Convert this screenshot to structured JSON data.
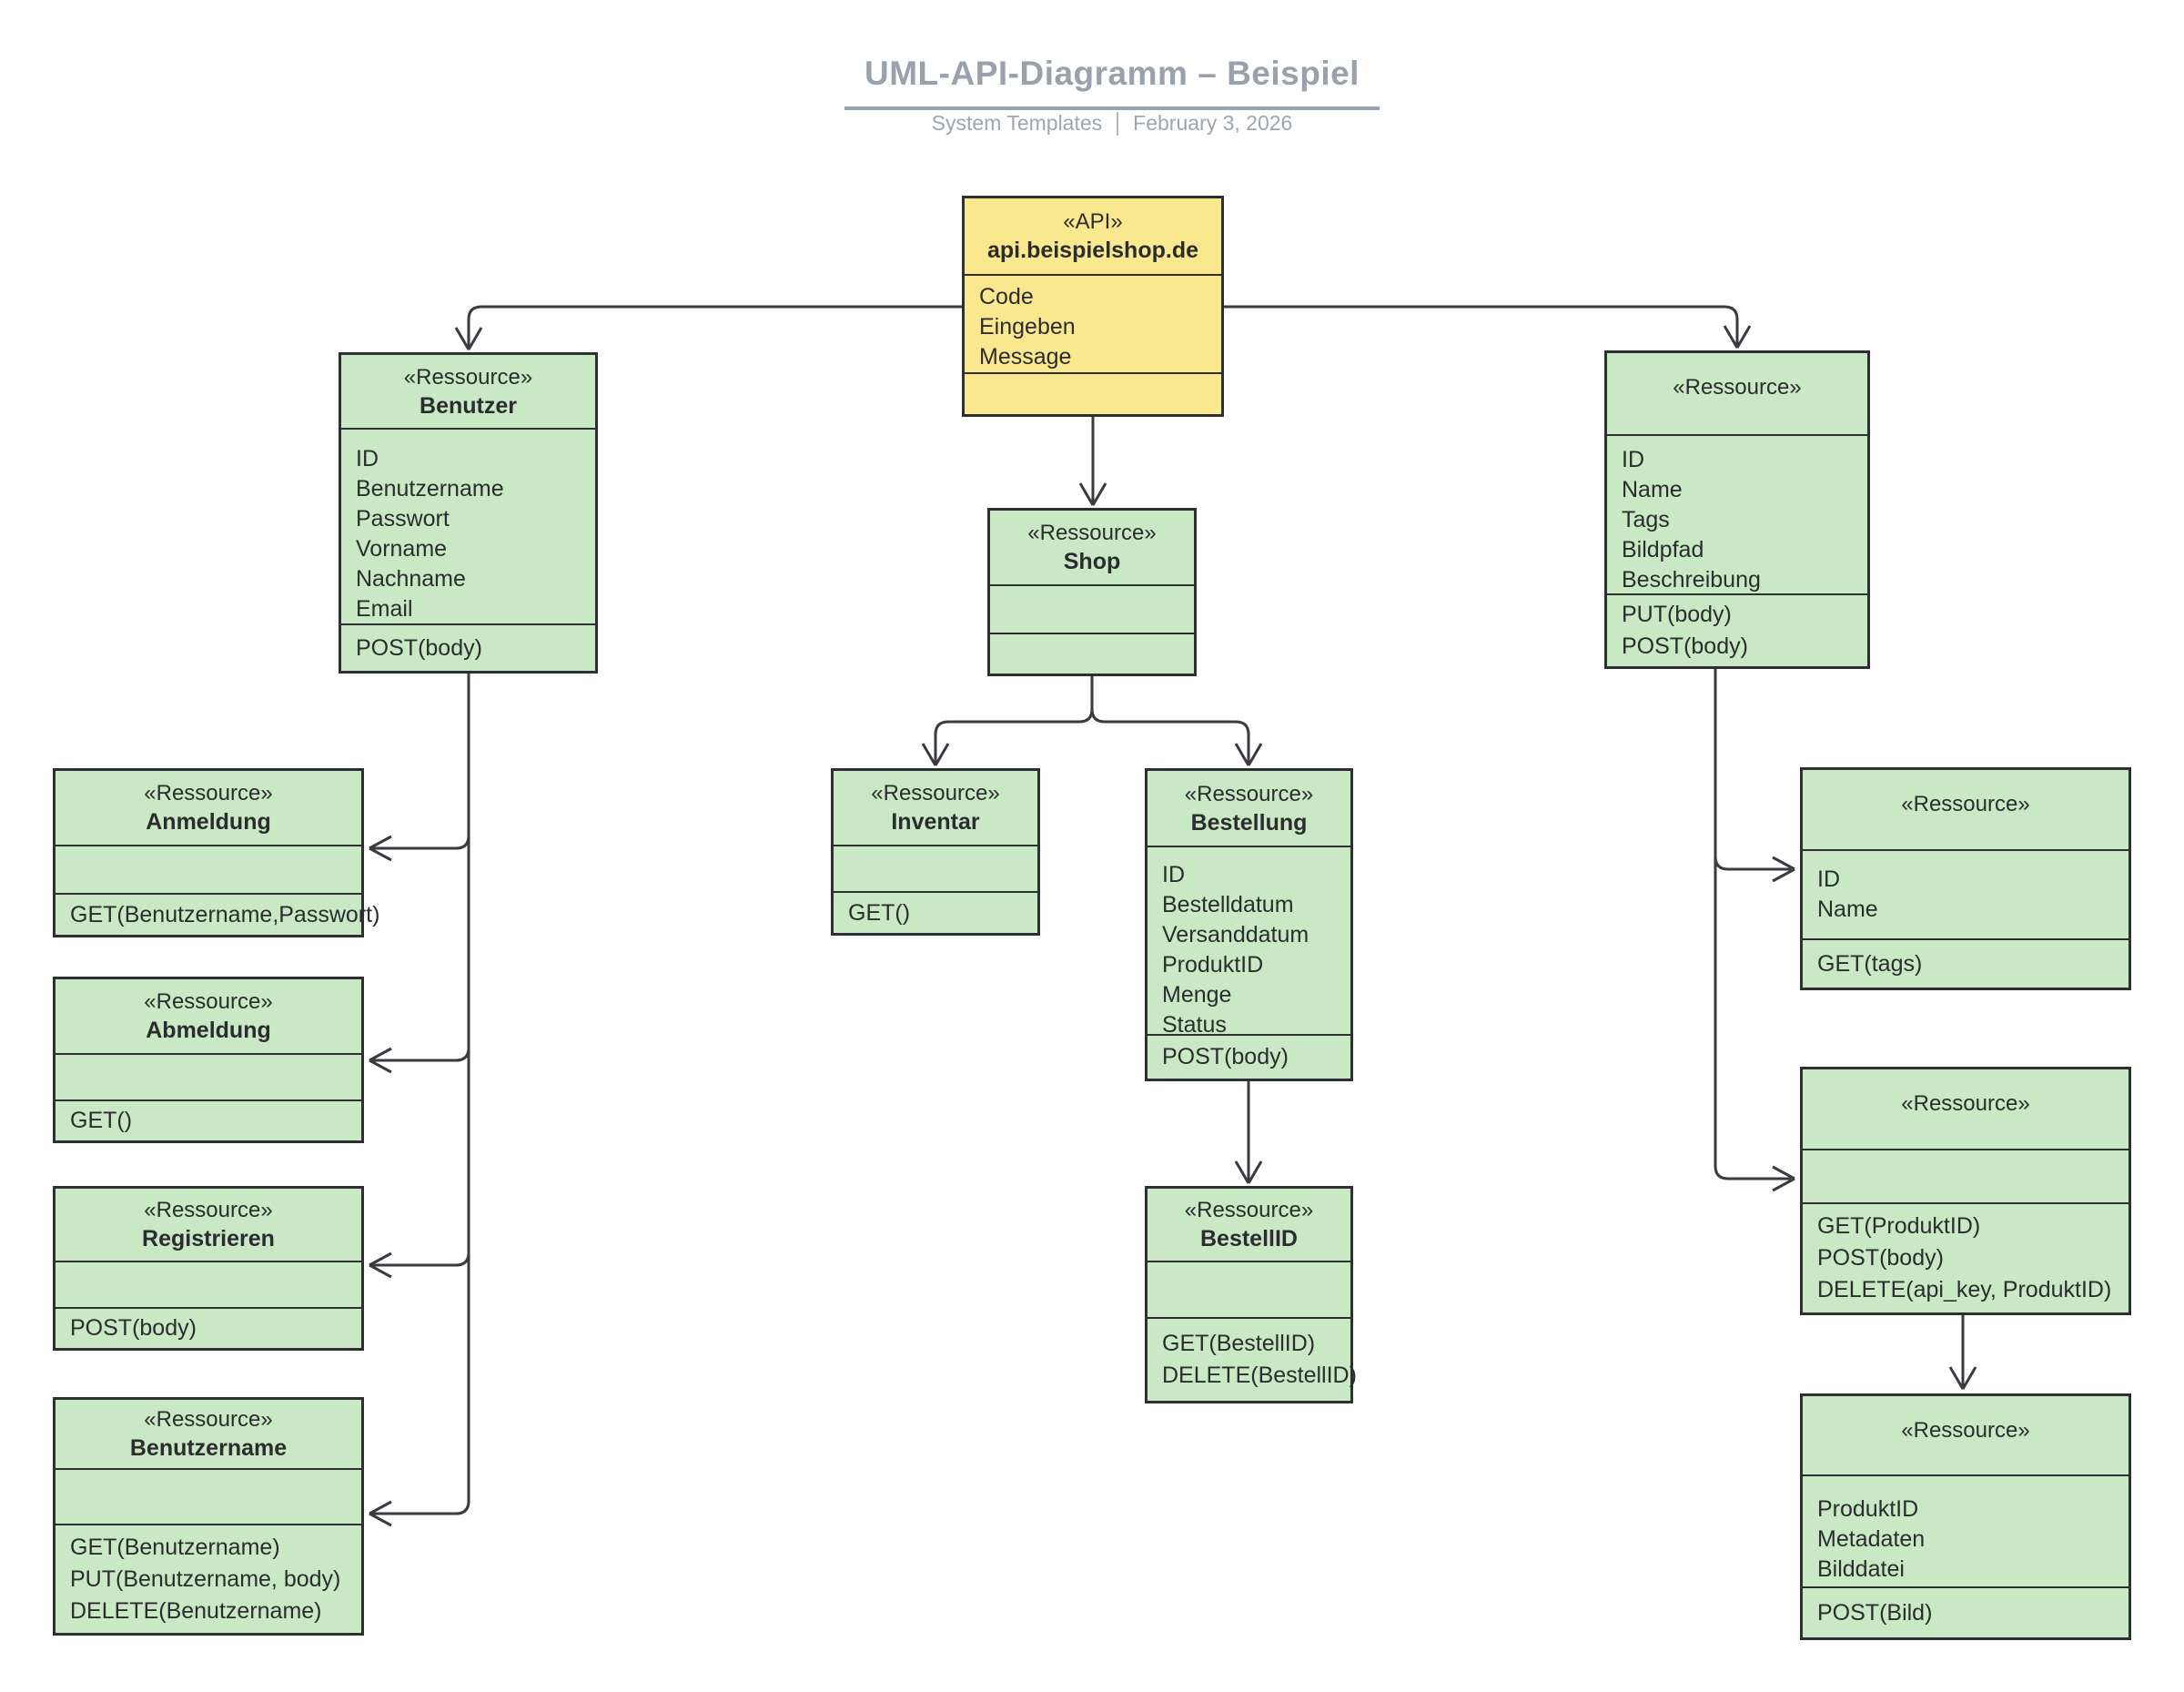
{
  "header": {
    "title": "UML-API-Diagramm – Beispiel",
    "subtitle_left": "System Templates",
    "subtitle_right": "February 3, 2026"
  },
  "colors": {
    "resource_green": "#c8e9c3",
    "api_yellow": "#f9e88e",
    "box_border": "#2f2f33",
    "connector": "#3a3a40",
    "title_gray": "#9aa2ae"
  },
  "nodes": {
    "api": {
      "stereotype": "«API»",
      "name": "api.beispielshop.de",
      "attributes": [
        "Code",
        "Eingeben",
        "Message"
      ],
      "methods": []
    },
    "benutzer": {
      "stereotype": "«Ressource»",
      "name": "Benutzer",
      "attributes": [
        "ID",
        "Benutzername",
        "Passwort",
        "Vorname",
        "Nachname",
        "Email"
      ],
      "methods": [
        "POST(body)"
      ]
    },
    "produkt": {
      "stereotype": "«Ressource»",
      "name": "",
      "attributes": [
        "ID",
        "Name",
        "Tags",
        "Bildpfad",
        "Beschreibung"
      ],
      "methods": [
        "PUT(body)",
        "POST(body)"
      ]
    },
    "shop": {
      "stereotype": "«Ressource»",
      "name": "Shop",
      "attributes": [],
      "methods": []
    },
    "anmeldung": {
      "stereotype": "«Ressource»",
      "name": "Anmeldung",
      "attributes": [],
      "methods": [
        "GET(Benutzername,Passwort)"
      ]
    },
    "abmeldung": {
      "stereotype": "«Ressource»",
      "name": "Abmeldung",
      "attributes": [],
      "methods": [
        "GET()"
      ]
    },
    "registrieren": {
      "stereotype": "«Ressource»",
      "name": "Registrieren",
      "attributes": [],
      "methods": [
        "POST(body)"
      ]
    },
    "benutzername": {
      "stereotype": "«Ressource»",
      "name": "Benutzername",
      "attributes": [],
      "methods": [
        "GET(Benutzername)",
        "PUT(Benutzername, body)",
        "DELETE(Benutzername)"
      ]
    },
    "inventar": {
      "stereotype": "«Ressource»",
      "name": "Inventar",
      "attributes": [],
      "methods": [
        "GET()"
      ]
    },
    "bestellung": {
      "stereotype": "«Ressource»",
      "name": "Bestellung",
      "attributes": [
        "ID",
        "Bestelldatum",
        "Versanddatum",
        "ProduktID",
        "Menge",
        "Status"
      ],
      "methods": [
        "POST(body)"
      ]
    },
    "bestellid": {
      "stereotype": "«Ressource»",
      "name": "BestellID",
      "attributes": [],
      "methods": [
        "GET(BestellID)",
        "DELETE(BestellID)"
      ]
    },
    "tags_box": {
      "stereotype": "«Ressource»",
      "name": "",
      "attributes": [
        "ID",
        "Name"
      ],
      "methods": [
        "GET(tags)"
      ]
    },
    "produkt_ops": {
      "stereotype": "«Ressource»",
      "name": "",
      "attributes": [],
      "methods": [
        "GET(ProduktID)",
        "POST(body)",
        "DELETE(api_key, ProduktID)"
      ]
    },
    "bild": {
      "stereotype": "«Ressource»",
      "name": "",
      "attributes": [
        "ProduktID",
        "Metadaten",
        "Bilddatei"
      ],
      "methods": [
        "POST(Bild)"
      ]
    }
  },
  "edges": [
    {
      "from": "api",
      "to": "benutzer"
    },
    {
      "from": "api",
      "to": "produkt"
    },
    {
      "from": "api",
      "to": "shop"
    },
    {
      "from": "shop",
      "to": "inventar"
    },
    {
      "from": "shop",
      "to": "bestellung"
    },
    {
      "from": "bestellung",
      "to": "bestellid"
    },
    {
      "from": "benutzer",
      "to": "anmeldung"
    },
    {
      "from": "benutzer",
      "to": "abmeldung"
    },
    {
      "from": "benutzer",
      "to": "registrieren"
    },
    {
      "from": "benutzer",
      "to": "benutzername"
    },
    {
      "from": "produkt",
      "to": "tags_box"
    },
    {
      "from": "produkt",
      "to": "produkt_ops"
    },
    {
      "from": "produkt_ops",
      "to": "bild"
    }
  ]
}
